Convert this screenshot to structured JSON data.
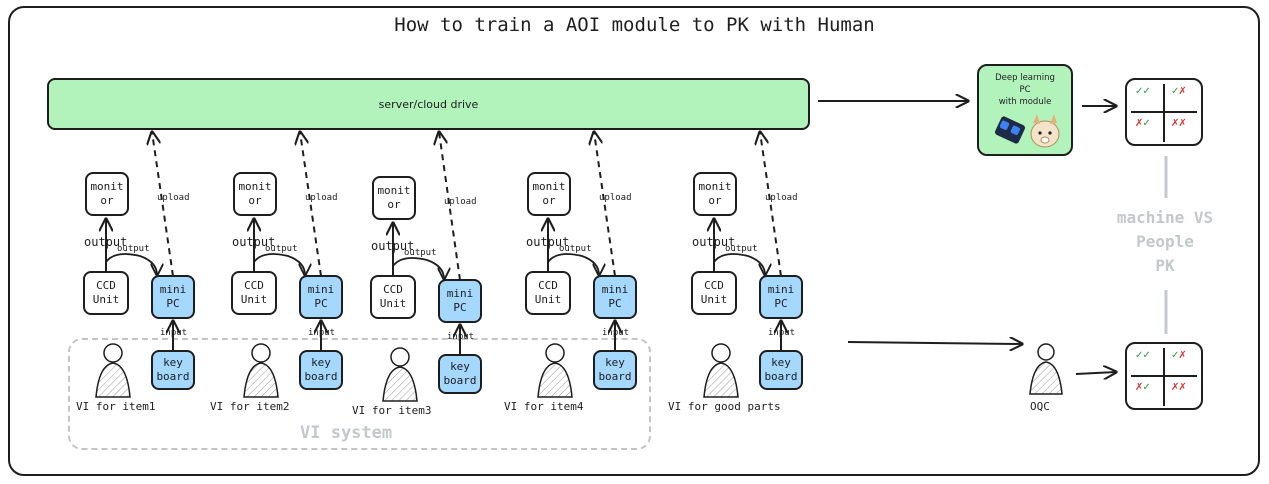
{
  "title": "How to train a AOI module to PK with Human",
  "server_label": "server/cloud drive",
  "stations": [
    {
      "monitor": "monit\nor",
      "ccd": "CCD\nUnit",
      "minipc": "mini\nPC",
      "keyboard": "key\nboard",
      "output1": "output",
      "output2": "output",
      "upload": "upload",
      "input": "input",
      "vi_label": "VI for item1"
    },
    {
      "monitor": "monit\nor",
      "ccd": "CCD\nUnit",
      "minipc": "mini\nPC",
      "keyboard": "key\nboard",
      "output1": "output",
      "output2": "output",
      "upload": "upload",
      "input": "input",
      "vi_label": "VI for item2"
    },
    {
      "monitor": "monit\nor",
      "ccd": "CCD\nUnit",
      "minipc": "mini\nPC",
      "keyboard": "key\nboard",
      "output1": "output",
      "output2": "output",
      "upload": "upload",
      "input": "input",
      "vi_label": "VI for item3"
    },
    {
      "monitor": "monit\nor",
      "ccd": "CCD\nUnit",
      "minipc": "mini\nPC",
      "keyboard": "key\nboard",
      "output1": "output",
      "output2": "output",
      "upload": "upload",
      "input": "input",
      "vi_label": "VI for item4"
    },
    {
      "monitor": "monit\nor",
      "ccd": "CCD\nUnit",
      "minipc": "mini\nPC",
      "keyboard": "key\nboard",
      "output1": "output",
      "output2": "output",
      "upload": "upload",
      "input": "input",
      "vi_label": "VI for good parts"
    }
  ],
  "vi_system_label": "VI system",
  "dl_pc_label": "Deep learning\nPC\nwith module",
  "dl_pc_icons": [
    "gpu-card-icon",
    "alpaca-icon"
  ],
  "matrix_top": {
    "tl": "✓✓",
    "tr": "✓✗",
    "bl": "✗✓",
    "br": "✗✗"
  },
  "matrix_bottom": {
    "tl": "✓✓",
    "tr": "✓✗",
    "bl": "✗✓",
    "br": "✗✗"
  },
  "vs_label": "machine VS\nPeople\nPK",
  "oqc_label": "OQC",
  "colors": {
    "green_fill": "#b2f2bb",
    "blue_fill": "#a5d8ff",
    "stroke": "#1e1e1e",
    "faded_text": "#c4c8cc",
    "check": "#2f9e44",
    "cross": "#e03131"
  }
}
